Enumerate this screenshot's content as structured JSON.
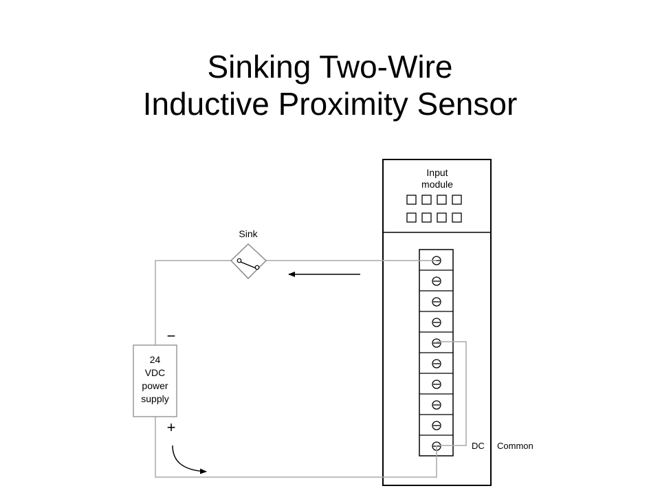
{
  "title": {
    "line1": "Sinking Two-Wire",
    "line2": "Inductive Proximity Sensor"
  },
  "diagram": {
    "input_module_label_line1": "Input",
    "input_module_label_line2": "module",
    "sensor_label": "Sink",
    "power_supply": {
      "line1": "24",
      "line2": "VDC",
      "line3": "power",
      "line4": "supply",
      "minus": "−",
      "plus": "+"
    },
    "dc_label": "DC",
    "common_label": "Common",
    "terminal_count": 10,
    "indicator_rows": 2,
    "indicators_per_row": 4,
    "colors": {
      "wire": "#a8a8a8",
      "outline": "#000000",
      "box_gray": "#9a9a9a"
    }
  }
}
